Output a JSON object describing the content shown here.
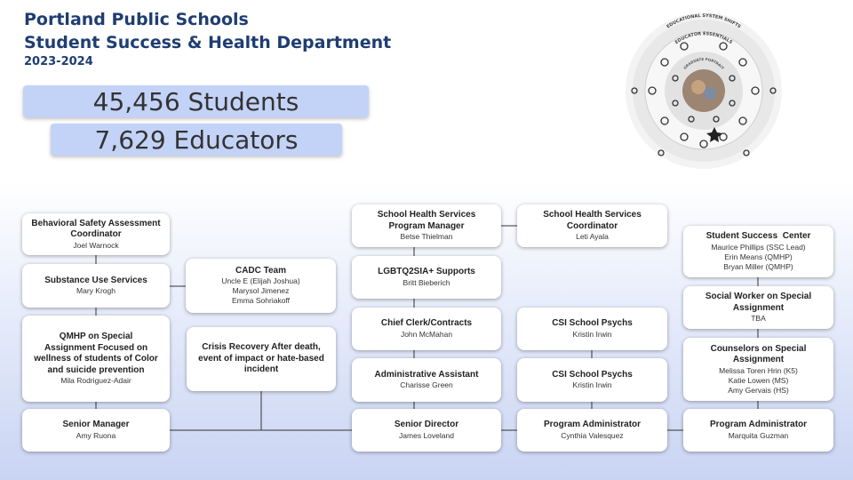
{
  "header": {
    "line1": "Portland Public Schools",
    "line2": "Student Success & Health Department",
    "year": "2023-2024"
  },
  "stats": {
    "students": "45,456 Students",
    "educators": "7,629 Educators"
  },
  "graphic": {
    "outer_ring_label": "EDUCATIONAL SYSTEM SHIFTS",
    "middle_ring_label": "EDUCATOR ESSENTIALS",
    "inner_label": "GRADUATE PORTRAIT"
  },
  "org": {
    "behavioral": {
      "title": "Behavioral Safety Assessment Coordinator",
      "name": "Joel Warnock"
    },
    "substance": {
      "title": "Substance Use Services",
      "name": "Mary Krogh"
    },
    "qmhp": {
      "title": "QMHP on Special Assignment Focused on wellness of students of Color and suicide prevention",
      "name": "Mila Rodriguez-Adair"
    },
    "senior_manager": {
      "title": "Senior Manager",
      "name": "Amy Ruona"
    },
    "cadc": {
      "title": "CADC Team",
      "names": [
        "Uncle E (Elijah Joshua)",
        "Marysol Jimenez",
        "Emma Sohriakoff"
      ]
    },
    "crisis": {
      "title": "Crisis Recovery After death, event of impact or hate-based incident"
    },
    "shs_pm": {
      "title": "School Health Services Program Manager",
      "name": "Betse Thielman"
    },
    "lgbtq": {
      "title": "LGBTQ2SIA+ Supports",
      "name": "Britt Bieberich"
    },
    "chief_clerk": {
      "title": "Chief Clerk/Contracts",
      "name": "John McMahan"
    },
    "admin_asst": {
      "title": "Administrative Assistant",
      "name": "Charisse Green"
    },
    "senior_director": {
      "title": "Senior Director",
      "name": "James Loveland"
    },
    "shs_coord": {
      "title": "School Health Services Coordinator",
      "name": "Leti Ayala"
    },
    "csi1": {
      "title": "CSI School Psychs",
      "name": "Kristin Irwin"
    },
    "csi2": {
      "title": "CSI School Psychs",
      "name": "Kristin Irwin"
    },
    "prog_admin1": {
      "title": "Program Administrator",
      "name": "Cynthia Valesquez"
    },
    "ssc": {
      "title": "Student Success  Center",
      "names": [
        "Maurice Phillips (SSC Lead)",
        "Erin Means (QMHP)",
        "Bryan Miller (QMHP)"
      ]
    },
    "social_worker": {
      "title": "Social Worker on Special Assignment",
      "name": "TBA"
    },
    "counselors": {
      "title": "Counselors on Special Assignment",
      "names": [
        "Melissa Toren Hrin (K5)",
        "Katie Lowen (MS)",
        "Amy Gervais (HS)"
      ]
    },
    "prog_admin2": {
      "title": "Program Administrator",
      "name": "Marquita Guzman"
    }
  }
}
